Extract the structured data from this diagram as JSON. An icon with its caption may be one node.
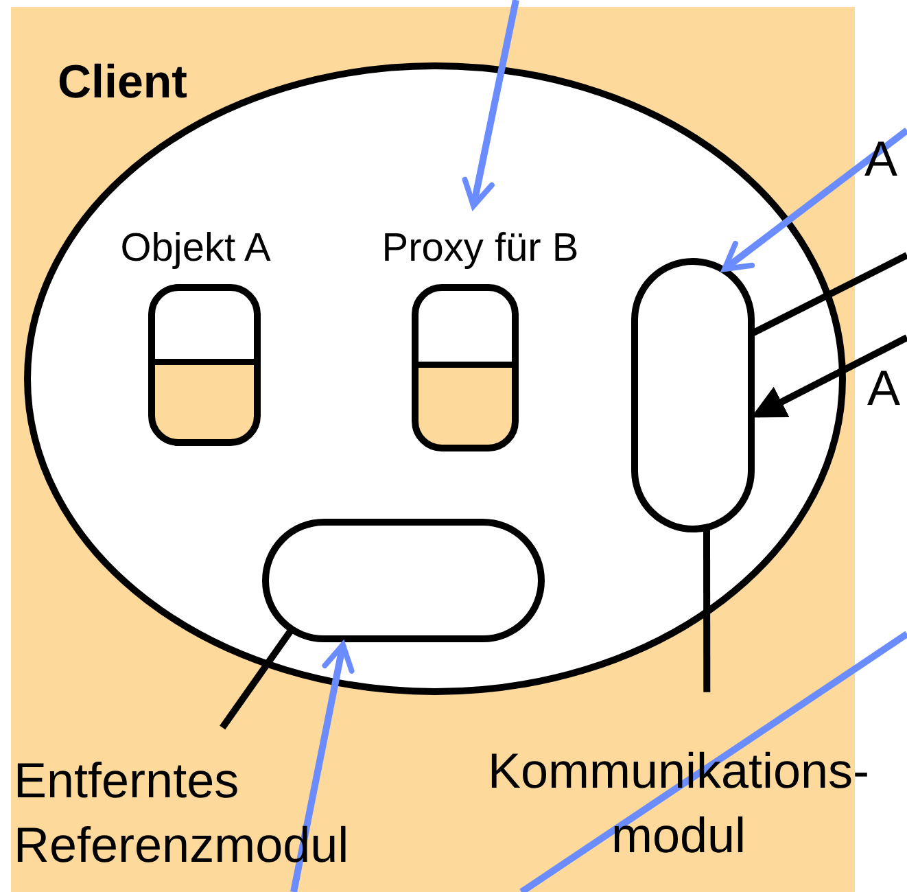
{
  "diagram": {
    "nodes": [
      {
        "text": [
          "Client"
        ]
      },
      {
        "text": [],
        "shape": "circle",
        "in": 0
      },
      {
        "text": [
          "Objekt A"
        ],
        "in": 1
      },
      {
        "text": [
          "Proxy für B"
        ],
        "in": 1
      },
      {
        "text": [],
        "shape": "box",
        "in": 1
      },
      {
        "text": [],
        "shape": "box",
        "in": 1
      },
      {
        "text": [
          "Entferntes Referenzmodul"
        ],
        "in": 0
      },
      {
        "text": [
          "Kommunikations- modul"
        ],
        "in": 0
      }
    ],
    "edges": [
      {
        "from": null,
        "to": 3,
        "arrow": "to",
        "color": "#6a8cff"
      },
      {
        "from": null,
        "to": 4,
        "arrow": "to",
        "color": "#6a8cff"
      },
      {
        "from": 4,
        "to": null,
        "arrow": "none"
      },
      {
        "from": null,
        "to": 4,
        "arrow": "to"
      },
      {
        "from": 6,
        "to": 5,
        "arrow": "none"
      },
      {
        "from": 7,
        "to": 4,
        "arrow": "none"
      },
      {
        "from": null,
        "to": 5,
        "arrow": "to",
        "color": "#6a8cff"
      }
    ],
    "labels": [
      "A",
      "A"
    ]
  }
}
